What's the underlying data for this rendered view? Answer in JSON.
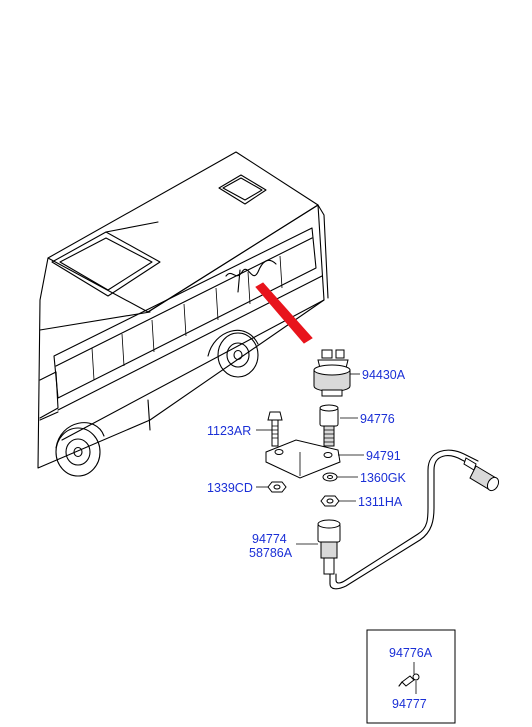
{
  "diagram": {
    "callouts": {
      "part_94430A": "94430A",
      "part_94776": "94776",
      "part_1123AR": "1123AR",
      "part_94791": "94791",
      "part_1360GK": "1360GK",
      "part_1339CD": "1339CD",
      "part_1311HA": "1311HA",
      "part_94774": "94774",
      "part_58786A": "58786A",
      "part_94776A": "94776A",
      "part_94777": "94777"
    },
    "colors": {
      "callout_text": "#1a2fd6",
      "pointer_arrow": "#e8141c",
      "line_art": "#000000"
    }
  }
}
